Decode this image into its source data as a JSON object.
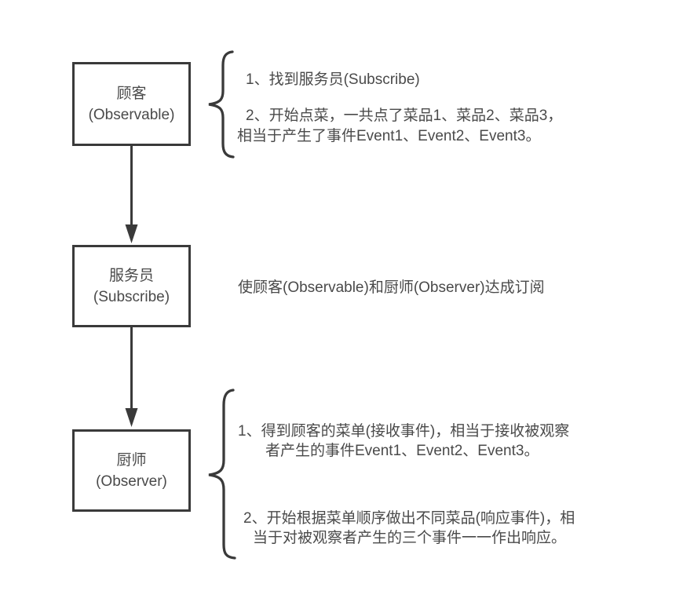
{
  "colors": {
    "stroke": "#3a3a3a",
    "text": "#4a4a4a",
    "background": "#ffffff"
  },
  "nodes": [
    {
      "id": "customer",
      "name": "顾客",
      "alias": "(Observable)"
    },
    {
      "id": "waiter",
      "name": "服务员",
      "alias": "(Subscribe)"
    },
    {
      "id": "chef",
      "name": "厨师",
      "alias": "(Observer)"
    }
  ],
  "annotations": {
    "customer": {
      "item1": "1、找到服务员(Subscribe)",
      "item2_line1": "2、开始点菜，一共点了菜品1、菜品2、菜品3，",
      "item2_line2": "相当于产生了事件Event1、Event2、Event3。"
    },
    "waiter": {
      "text": "使顾客(Observable)和厨师(Observer)达成订阅"
    },
    "chef": {
      "item1_line1": "1、得到顾客的菜单(接收事件)，相当于接收被观察",
      "item1_line2": "者产生的事件Event1、Event2、Event3。",
      "item2_line1": "2、开始根据菜单顺序做出不同菜品(响应事件)，相",
      "item2_line2": "当于对被观察者产生的三个事件一一作出响应。"
    }
  }
}
